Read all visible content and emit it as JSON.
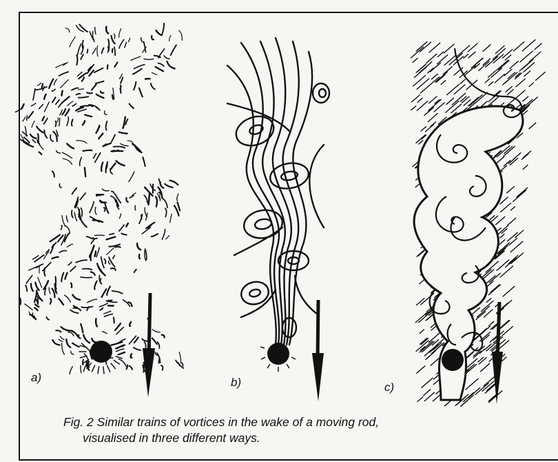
{
  "figure": {
    "panels": [
      {
        "label": "a)",
        "method": "short streaks (particle tracks)"
      },
      {
        "label": "b)",
        "method": "streamlines"
      },
      {
        "label": "c)",
        "method": "shaded wake with spiral vortices"
      }
    ],
    "caption": {
      "line1": "Fig. 2  Similar trains of vortices in the wake of a moving rod,",
      "line2": "visualised in three different ways."
    },
    "arrow_direction": "down",
    "ink_color": "#111111",
    "paper_color": "#f7f6f3"
  }
}
